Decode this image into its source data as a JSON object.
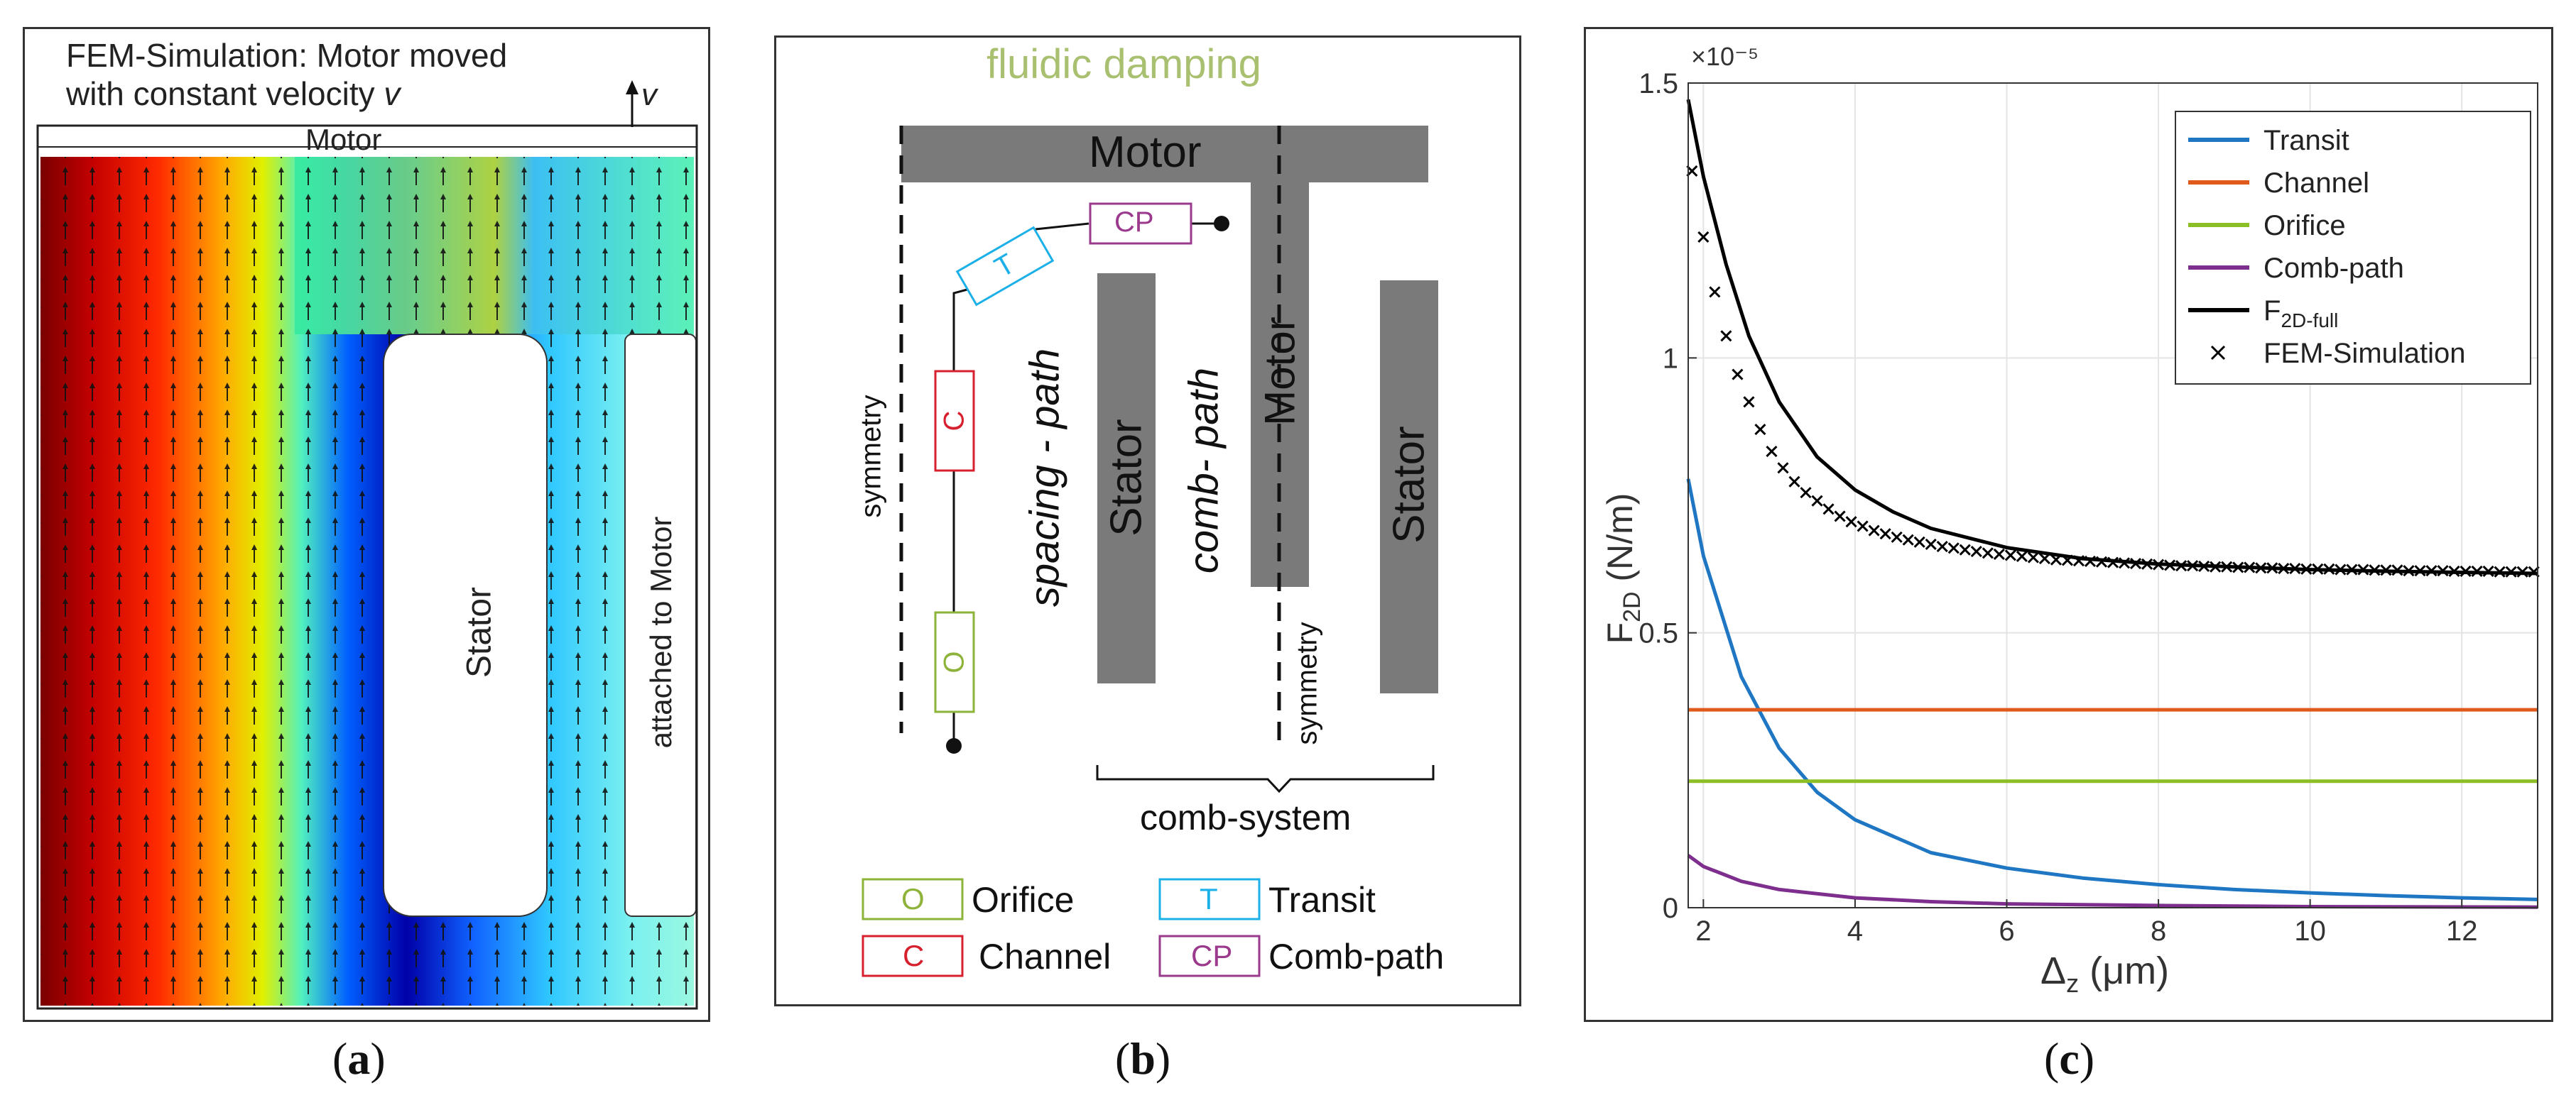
{
  "panel_a": {
    "label": "a",
    "title_line1": "FEM-Simulation: Motor moved",
    "title_line2_prefix": "with constant velocity ",
    "title_line2_var": "v",
    "velocity_symbol": "v",
    "motor_label": "Motor",
    "stator_label": "Stator",
    "attached_label": "attached to Motor"
  },
  "panel_b": {
    "label": "b",
    "title": "fluidic damping",
    "motor_top": "Motor",
    "motor_finger": "Motor",
    "stator_1": "Stator",
    "stator_2": "Stator",
    "symmetry_1": "symmetry",
    "symmetry_2": "symmetry",
    "spacing_path": "spacing - path",
    "comb_path": "comb- path",
    "comb_system": "comb-system",
    "elem_T": "T",
    "elem_CP": "CP",
    "elem_C": "C",
    "elem_O": "O",
    "legend": [
      {
        "abbr": "O",
        "name": "Orifice",
        "color": "#8db33a"
      },
      {
        "abbr": "T",
        "name": "Transit",
        "color": "#1cb0e8"
      },
      {
        "abbr": "C",
        "name": "Channel",
        "color": "#d6202e"
      },
      {
        "abbr": "CP",
        "name": "Comb-path",
        "color": "#9b3a8d"
      }
    ],
    "colors": {
      "orifice": "#8db33a",
      "transit": "#1cb0e8",
      "channel": "#d6202e",
      "combpath": "#9b3a8d",
      "title": "#a8c070",
      "bar": "#7a7a7a"
    }
  },
  "panel_c": {
    "label": "c",
    "exponent": "×10⁻⁵",
    "ylabel_main": "F",
    "ylabel_sub": "2D",
    "ylabel_unit": " (N/m)",
    "xlabel_main": "Δ",
    "xlabel_sub": "z",
    "xlabel_unit": " (μm)"
  },
  "chart_data": {
    "type": "line",
    "xlabel": "Δz (μm)",
    "ylabel": "F2D (N/m)",
    "xlim": [
      1.8,
      13
    ],
    "ylim": [
      0,
      1.5
    ],
    "y_scale_factor": "×10^-5",
    "xticks": [
      2,
      4,
      6,
      8,
      10,
      12
    ],
    "yticks": [
      0,
      0.5,
      1,
      1.5
    ],
    "ytick_labels": [
      "0",
      "0.5",
      "1",
      "1.5"
    ],
    "grid": true,
    "legend_position": "top-right",
    "series": [
      {
        "name": "Transit",
        "color": "#1f77c4",
        "x": [
          1.8,
          2,
          2.5,
          3,
          3.5,
          4,
          5,
          6,
          7,
          8,
          9,
          10,
          11,
          12,
          13
        ],
        "y": [
          0.78,
          0.64,
          0.42,
          0.29,
          0.21,
          0.16,
          0.1,
          0.072,
          0.054,
          0.042,
          0.033,
          0.027,
          0.022,
          0.018,
          0.015
        ]
      },
      {
        "name": "Channel",
        "color": "#e05a1c",
        "x": [
          1.8,
          13
        ],
        "y": [
          0.36,
          0.36
        ]
      },
      {
        "name": "Orifice",
        "color": "#8cbf26",
        "x": [
          1.8,
          13
        ],
        "y": [
          0.23,
          0.23
        ]
      },
      {
        "name": "Comb-path",
        "color": "#7e2f8e",
        "x": [
          1.8,
          2,
          2.5,
          3,
          4,
          5,
          6,
          8,
          10,
          13
        ],
        "y": [
          0.095,
          0.075,
          0.048,
          0.033,
          0.018,
          0.011,
          0.007,
          0.004,
          0.002,
          0.001
        ]
      },
      {
        "name": "F2D-full",
        "color": "#000000",
        "x": [
          1.8,
          2,
          2.3,
          2.6,
          3,
          3.5,
          4,
          4.5,
          5,
          6,
          7,
          8,
          9,
          10,
          11,
          12,
          13
        ],
        "y": [
          1.47,
          1.33,
          1.17,
          1.04,
          0.92,
          0.82,
          0.76,
          0.72,
          0.69,
          0.655,
          0.635,
          0.625,
          0.62,
          0.615,
          0.612,
          0.61,
          0.608
        ]
      },
      {
        "name": "FEM-Simulation",
        "color": "#000000",
        "marker": "x",
        "x": [
          1.85,
          2.0,
          2.15,
          2.3,
          2.45,
          2.6,
          2.75,
          2.9,
          3.05,
          3.2,
          3.35,
          3.5,
          3.65,
          3.8,
          3.95,
          4.1,
          4.25,
          4.4,
          4.55,
          4.7,
          4.85,
          5.0,
          5.15,
          5.3,
          5.45,
          5.6,
          5.75,
          5.9,
          6.05,
          6.2,
          6.35,
          6.5,
          6.65,
          6.8,
          6.95,
          7.1,
          7.25,
          7.4,
          7.55,
          7.7,
          7.85,
          8.0,
          8.15,
          8.3,
          8.45,
          8.6,
          8.75,
          8.9,
          9.05,
          9.2,
          9.35,
          9.5,
          9.65,
          9.8,
          9.95,
          10.1,
          10.25,
          10.4,
          10.55,
          10.7,
          10.85,
          11.0,
          11.15,
          11.3,
          11.45,
          11.6,
          11.75,
          11.9,
          12.05,
          12.2,
          12.35,
          12.5,
          12.65,
          12.8,
          12.95
        ],
        "y": [
          1.34,
          1.22,
          1.12,
          1.04,
          0.97,
          0.92,
          0.87,
          0.83,
          0.8,
          0.775,
          0.755,
          0.74,
          0.725,
          0.712,
          0.702,
          0.694,
          0.686,
          0.68,
          0.674,
          0.669,
          0.665,
          0.661,
          0.657,
          0.654,
          0.651,
          0.648,
          0.645,
          0.643,
          0.641,
          0.639,
          0.637,
          0.635,
          0.633,
          0.632,
          0.631,
          0.63,
          0.629,
          0.628,
          0.627,
          0.626,
          0.625,
          0.624,
          0.623,
          0.622,
          0.622,
          0.621,
          0.62,
          0.62,
          0.619,
          0.619,
          0.618,
          0.618,
          0.617,
          0.617,
          0.616,
          0.616,
          0.616,
          0.615,
          0.615,
          0.615,
          0.614,
          0.614,
          0.614,
          0.613,
          0.613,
          0.613,
          0.613,
          0.612,
          0.612,
          0.612,
          0.612,
          0.611,
          0.611,
          0.611,
          0.611
        ]
      }
    ]
  }
}
